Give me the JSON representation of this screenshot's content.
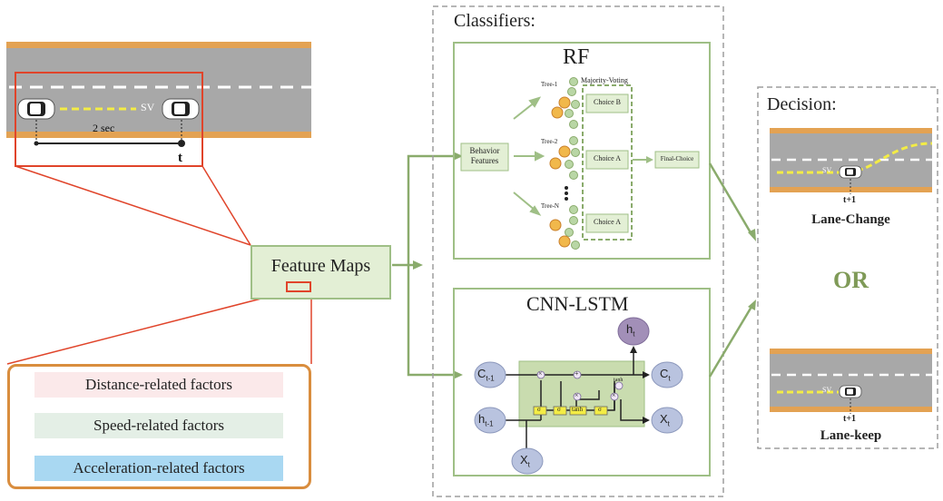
{
  "left_scene": {
    "sv_label": "SV",
    "gap_label": "2 sec",
    "time_label": "t"
  },
  "feature_maps": {
    "label": "Feature Maps",
    "factors": [
      {
        "label": "Distance-related factors",
        "color": "#fbe9ea"
      },
      {
        "label": "Speed-related factors",
        "color": "#e4efe6"
      },
      {
        "label": "Acceleration-related factors",
        "color": "#a9d8f2"
      }
    ]
  },
  "classifiers": {
    "title": "Classifiers:",
    "rf": {
      "title": "RF",
      "input": [
        "Behavior",
        "Features"
      ],
      "majority_voting": "Majority-Voting",
      "trees": [
        "Tree-1",
        "Tree-2",
        "Tree-N"
      ],
      "choices": [
        "Choice B",
        "Choice A",
        "Choice A"
      ],
      "final": "Final-Choice"
    },
    "cnn_lstm": {
      "title": "CNN-LSTM",
      "cell_prev": "C",
      "cell_prev_sub": "t-1",
      "cell_next": "C",
      "cell_next_sub": "t",
      "h_prev": "h",
      "h_prev_sub": "t-1",
      "h_out": "h",
      "h_out_sub": "t",
      "x_in": "X",
      "x_in_sub": "t",
      "x_out": "X",
      "x_out_sub": "t",
      "sigma": "σ",
      "tanh": "tanh",
      "times": "×",
      "plus": "+"
    }
  },
  "decision": {
    "title": "Decision:",
    "lane_change": {
      "sv": "SV",
      "t": "t+1",
      "label": "Lane-Change"
    },
    "or": "OR",
    "lane_keep": {
      "sv": "SV",
      "t": "t+1",
      "label": "Lane-keep"
    }
  },
  "colors": {
    "road": "#a8a8a8",
    "road_edge": "#e3a253",
    "lane_dash": "#ffffff",
    "yellow_path": "#f3ec45",
    "red_box": "#e0442a",
    "green_box_fill": "#e3efd5",
    "green_box_border": "#9fbf86",
    "green_arrow": "#8aab6c",
    "or_color": "#7f9a57",
    "orange_frame": "#d98d3e",
    "lstm_node": "#b9c3df",
    "lstm_out": "#a28fb8"
  }
}
